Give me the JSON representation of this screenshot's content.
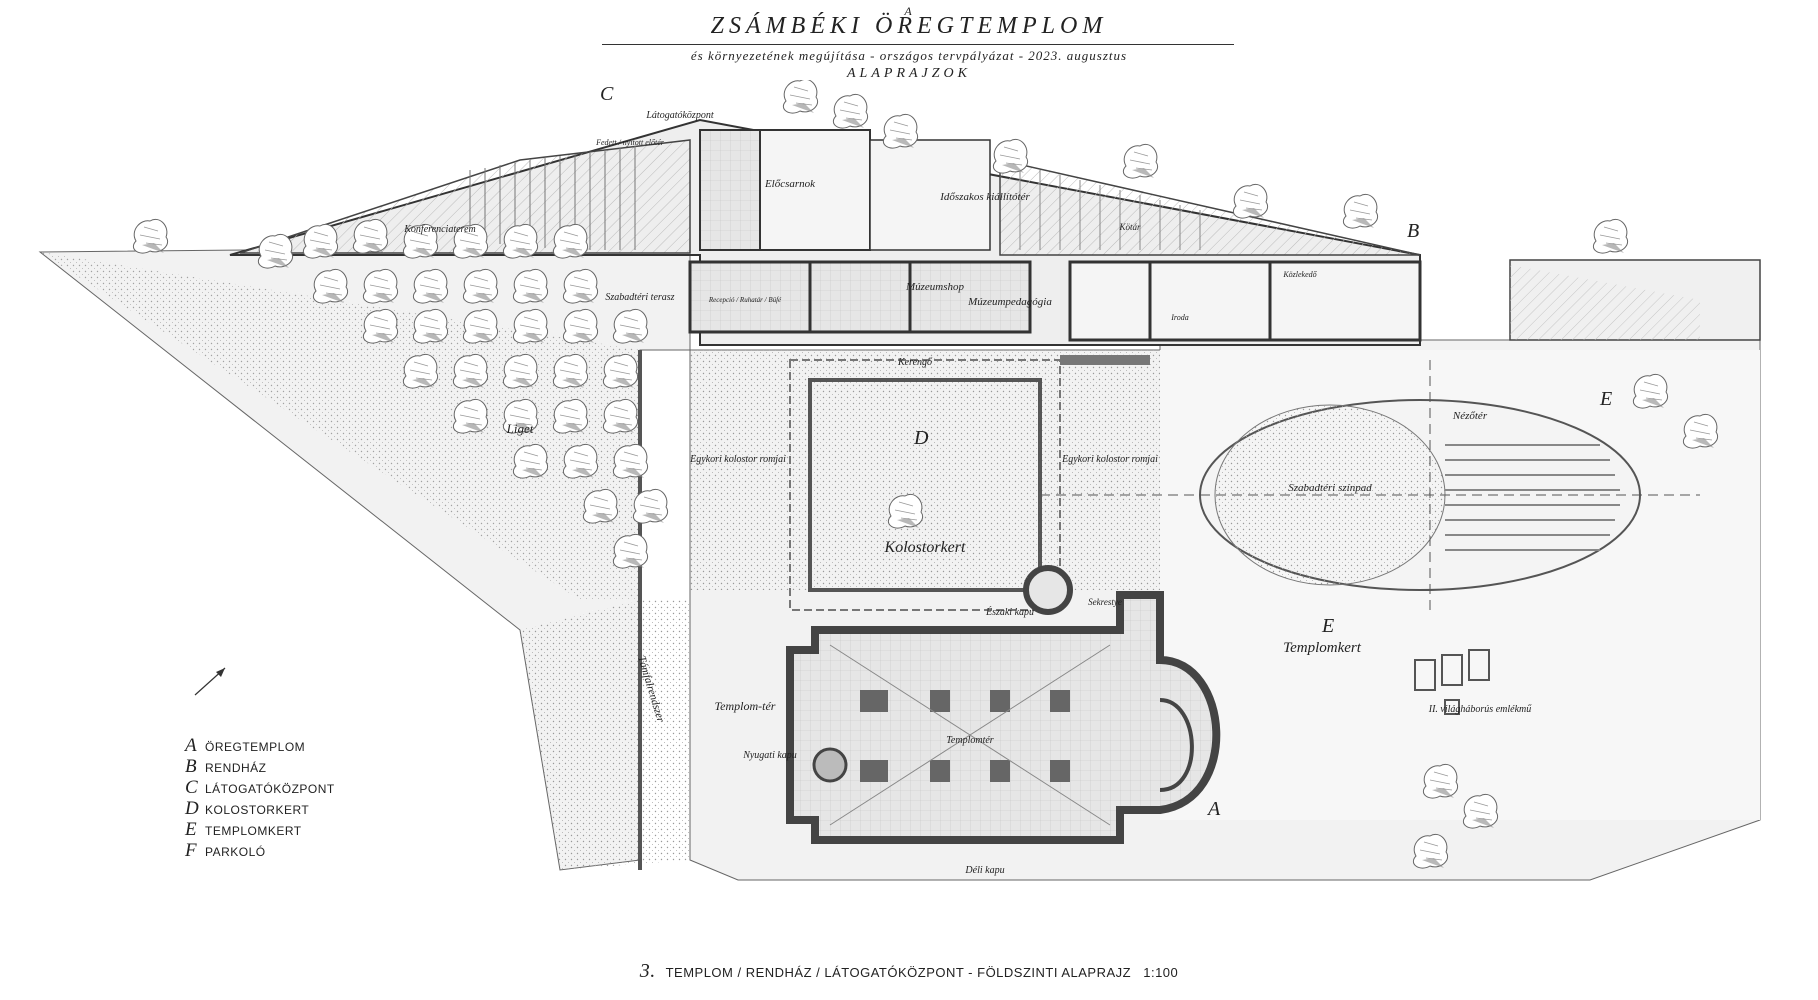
{
  "header": {
    "small_a": "A",
    "title": "ZSÁMBÉKI ÖREGTEMPLOM",
    "subtitle": "és környezetének megújítása - országos tervpályázat - 2023. augusztus",
    "subhead": "ALAPRAJZOK"
  },
  "zone_markers": {
    "A": "A",
    "B": "B",
    "C": "C",
    "D": "D",
    "E1": "E",
    "E2": "E"
  },
  "labels": {
    "latogatokozpont": "Látogatóközpont",
    "fedett_elter": "Fedett / nyitott előtér",
    "konferenciaterem": "Konferenciaterem",
    "eloszarnok": "Előcsarnok",
    "idoszakos_kiallitoter": "Időszakos kiállítótér",
    "kotar": "Kötár",
    "muzeumshop": "Múzeumshop",
    "muzeumpedagogia": "Múzeumpedagógia",
    "szabadteri_terasz": "Szabadtéri terasz",
    "recepcio": "Recepció / Ruhatár / Büfé",
    "kozlekedo": "Közlekedő",
    "iroda": "Iroda",
    "kerengo": "Kerengő",
    "liget": "Liget",
    "egykori_kolostor_1": "Egykori kolostor romjai",
    "egykori_kolostor_2": "Egykori kolostor romjai",
    "kolostorkert": "Kolostorkert",
    "nezoter": "Nézőtér",
    "szabadteri_szinpad": "Szabadtéri színpad",
    "templomkert": "Templomkert",
    "templom_ter": "Templom-tér",
    "templomter": "Templomtér",
    "nyugati_kapu": "Nyugati kapu",
    "eszaki_kapu": "Északi kapu",
    "deli_kapu": "Déli kapu",
    "sekrestye": "Sekrestye",
    "tamfalrendszer": "Támfalrendszer",
    "vilaghaborus_emlekmu": "II. világháborús emlékmű"
  },
  "legend": [
    {
      "letter": "A",
      "name": "ÖREGTEMPLOM"
    },
    {
      "letter": "B",
      "name": "RENDHÁZ"
    },
    {
      "letter": "C",
      "name": "LÁTOGATÓKÖZPONT"
    },
    {
      "letter": "D",
      "name": "KOLOSTORKERT"
    },
    {
      "letter": "E",
      "name": "TEMPLOMKERT"
    },
    {
      "letter": "F",
      "name": "PARKOLÓ"
    }
  ],
  "caption": {
    "number": "3.",
    "text": "TEMPLOM / RENDHÁZ / LÁTOGATÓKÖZPONT - FÖLDSZINTI ALAPRAJZ",
    "scale": "1:100"
  },
  "colors": {
    "wall": "#555555",
    "paving": "#dcdcdc",
    "ink": "#222222"
  }
}
